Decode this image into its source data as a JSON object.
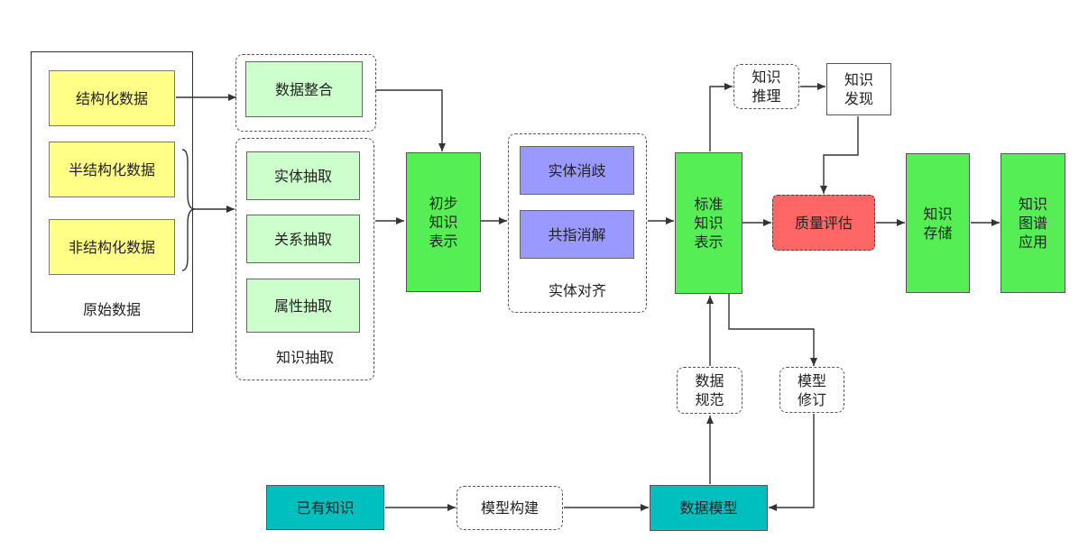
{
  "groups": {
    "raw_data": "原始数据",
    "knowledge_extraction": "知识抽取",
    "entity_alignment": "实体对齐"
  },
  "nodes": {
    "structured": "结构化数据",
    "semi_structured": "半结构化数据",
    "unstructured": "非结构化数据",
    "data_integration": "数据整合",
    "entity_extraction": "实体抽取",
    "relation_extraction": "关系抽取",
    "attribute_extraction": "属性抽取",
    "initial_representation": "初步\n知识\n表示",
    "entity_disambiguation": "实体消歧",
    "coreference_resolution": "共指消解",
    "standard_representation": "标准\n知识\n表示",
    "knowledge_reasoning": "知识\n推理",
    "knowledge_discovery": "知识\n发现",
    "quality_assessment": "质量评估",
    "knowledge_storage": "知识\n存储",
    "kg_application": "知识\n图谱\n应用",
    "data_specification": "数据\n规范",
    "model_revision": "模型\n修订",
    "existing_knowledge": "已有知识",
    "model_construction": "模型构建",
    "data_model": "数据模型"
  }
}
